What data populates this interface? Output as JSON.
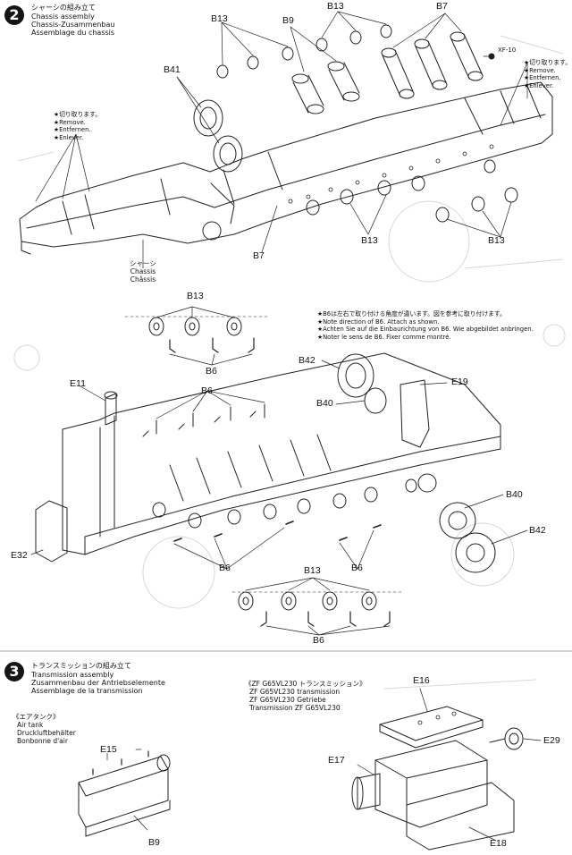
{
  "step2": {
    "number": "2",
    "title_jp": "シャーシの組み立て",
    "title_en": "Chassis assembly",
    "title_de": "Chassis-Zusammenbau",
    "title_fr": "Assemblage du chassis"
  },
  "step3": {
    "number": "3",
    "title_jp": "トランスミッションの組み立て",
    "title_en": "Transmission assembly",
    "title_de": "Zusammenbau der Antriebselemente",
    "title_fr": "Assemblage de la transmission"
  },
  "remove_left": [
    "★切り取ります。",
    "★Remove.",
    "★Entfernen.",
    "★Enlever."
  ],
  "remove_right": [
    "★切り取ります。",
    "★Remove.",
    "★Entfernen.",
    "★Enlever."
  ],
  "chassis_label": [
    "シャーシ",
    "Chassis",
    "Châssis"
  ],
  "b6_note": [
    "★B6は左右で取り付ける角度が違います。図を参考に取り付けます。",
    "★Note direction of B6. Attach as shown.",
    "★Achten Sie auf die Einbaurichtung von B6. Wie abgebildet anbringen.",
    "★Noter le sens de B6. Fixer comme montré."
  ],
  "air_tank": [
    "《エアタンク》",
    "Air tank",
    "Druckluftbehälter",
    "Bonbonne d'air"
  ],
  "zf_transmission": [
    "《ZF G65VL230 トランスミッション》",
    "ZF G65VL230 transmission",
    "ZF G65VL230 Getriebe",
    "Transmission ZF G65VL230"
  ],
  "parts": {
    "b13": "B13",
    "b9": "B9",
    "b7": "B7",
    "b41": "B41",
    "xf10": "XF-10",
    "b6": "B6",
    "b42": "B42",
    "b40": "B40",
    "e11": "E11",
    "e19": "E19",
    "e32": "E32",
    "e16": "E16",
    "e15": "E15",
    "e17": "E17",
    "e18": "E18",
    "e29": "E29"
  }
}
